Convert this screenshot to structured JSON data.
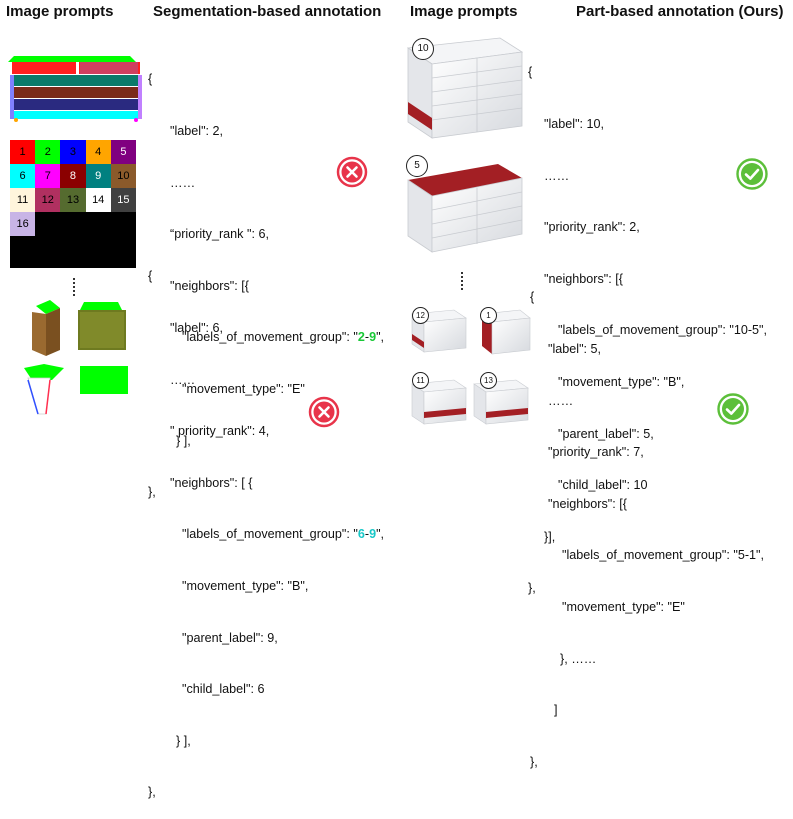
{
  "headers": {
    "col1": "Image prompts",
    "col2": "Segmentation-based annotation",
    "col3": "Image prompts",
    "col4": "Part-based annotation (Ours)"
  },
  "seg_grid": {
    "cells": [
      {
        "label": "1",
        "color": "#ff0000",
        "text": "#000000"
      },
      {
        "label": "2",
        "color": "#00ff00",
        "text": "#000000"
      },
      {
        "label": "3",
        "color": "#0000ff",
        "text": "#000000"
      },
      {
        "label": "4",
        "color": "#ffa500",
        "text": "#000000"
      },
      {
        "label": "5",
        "color": "#800080",
        "text": "#ffffff"
      },
      {
        "label": "6",
        "color": "#00ffff",
        "text": "#000000"
      },
      {
        "label": "7",
        "color": "#ff00ff",
        "text": "#000000"
      },
      {
        "label": "8",
        "color": "#8b0000",
        "text": "#ffffff"
      },
      {
        "label": "9",
        "color": "#008080",
        "text": "#ffffff"
      },
      {
        "label": "10",
        "color": "#8b5a2b",
        "text": "#000000"
      },
      {
        "label": "11",
        "color": "#fff5dc",
        "text": "#000000"
      },
      {
        "label": "12",
        "color": "#b03060",
        "text": "#000000"
      },
      {
        "label": "13",
        "color": "#556b2f",
        "text": "#000000"
      },
      {
        "label": "14",
        "color": "#ffffff",
        "text": "#000000"
      },
      {
        "label": "15",
        "color": "#404040",
        "text": "#ffffff"
      },
      {
        "label": "16",
        "color": "#c8b4e6",
        "text": "#000000"
      }
    ]
  },
  "seg_block1": {
    "l1": "{",
    "l2": "\"label\": 2,",
    "l3": "……",
    "l4": "“priority_rank \": 6,",
    "l5": "\"neighbors\": [{",
    "l6_pre": "\"labels_of_movement_group\": \"",
    "l6_a": "2",
    "l6_dash": "-",
    "l6_b": "9",
    "l6_post": "\",",
    "l7": "\"movement_type\": \"E\"",
    "l8": "} ],",
    "l9": "},"
  },
  "seg_block2": {
    "l1": "{",
    "l2": "\"label\": 6,",
    "l3": "……",
    "l4": "\" priority_rank\": 4,",
    "l5": "\"neighbors\": [ {",
    "l6_pre": "\"labels_of_movement_group\": \"",
    "l6_a": "6",
    "l6_dash": "-",
    "l6_b": "9",
    "l6_post": "\",",
    "l7": "\"movement_type\": \"B\",",
    "l8": "\"parent_label\": 9,",
    "l9": "\"child_label\": 6",
    "l10": "} ],",
    "l11": "},"
  },
  "part_block1": {
    "l1": "{",
    "l2": "\"label\": 10,",
    "l3": "……",
    "l4": "\"priority_rank\": 2,",
    "l5": "\"neighbors\": [{",
    "l6": "\"labels_of_movement_group\": \"10-5\",",
    "l7": "\"movement_type\": \"B\",",
    "l8": "\"parent_label\": 5,",
    "l9": "\"child_label\": 10",
    "l10": "}],",
    "l11": "},"
  },
  "part_block2": {
    "l1": "{",
    "l2": "\"label\": 5,",
    "l3": "……",
    "l4": "\"priority_rank\": 7,",
    "l5": "\"neighbors\": [{",
    "l6": "\"labels_of_movement_group\": \"5-1\",",
    "l7": "\"movement_type\": \"E\"",
    "l8": "}, ……",
    "l9": "]",
    "l10": "},"
  },
  "part_markers": {
    "top_drawer": "10",
    "top_lid": "5",
    "small_a": "12",
    "small_b": "1",
    "small_c": "11",
    "small_d": "13"
  },
  "colors": {
    "wrong": "#e8344a",
    "right": "#5cbf3a",
    "dark_red": "#a31f24",
    "green_highlight": "#19c837",
    "cyan_highlight": "#19c8c8"
  }
}
